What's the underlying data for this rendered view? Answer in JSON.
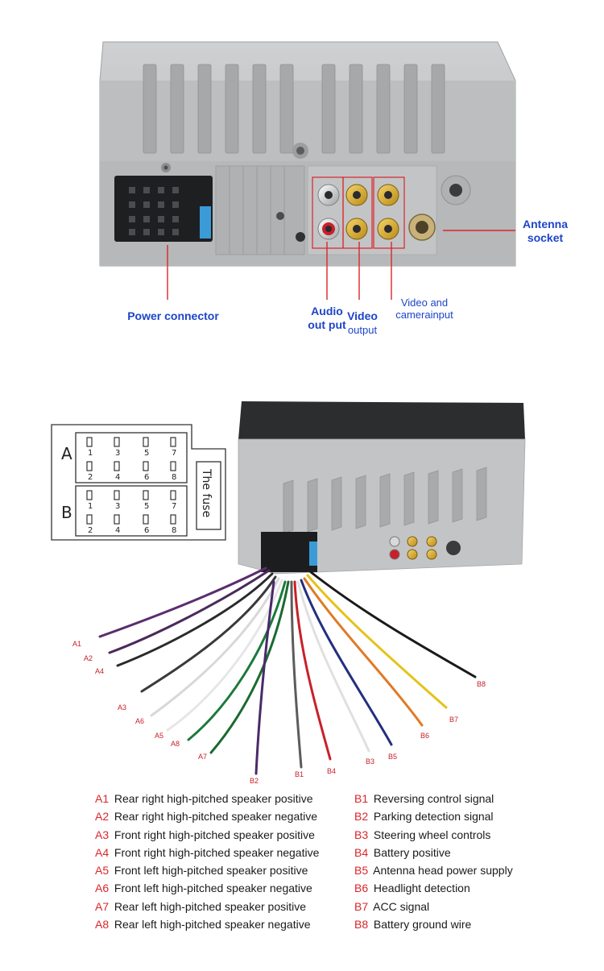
{
  "callouts": {
    "power_connector": "Power connector",
    "audio_output": [
      "Audio",
      "out put"
    ],
    "video_output": [
      "Video",
      "output"
    ],
    "video_camera_input": [
      "Video and",
      "camerainput"
    ],
    "antenna_socket": [
      "Antenna",
      "socket"
    ]
  },
  "pinout": {
    "block_a": "A",
    "block_b": "B",
    "fuse": "The fuse",
    "pins_top": [
      "1",
      "3",
      "5",
      "7"
    ],
    "pins_bottom": [
      "2",
      "4",
      "6",
      "8"
    ]
  },
  "wire_labels": {
    "A1": "A1",
    "A2": "A2",
    "A3": "A3",
    "A4": "A4",
    "A5": "A5",
    "A6": "A6",
    "A7": "A7",
    "A8": "A8",
    "B1": "B1",
    "B2": "B2",
    "B3": "B3",
    "B4": "B4",
    "B5": "B5",
    "B6": "B6",
    "B7": "B7",
    "B8": "B8"
  },
  "legend_a": [
    {
      "code": "A1",
      "text": "Rear right high-pitched speaker positive"
    },
    {
      "code": "A2",
      "text": "Rear right high-pitched speaker negative"
    },
    {
      "code": "A3",
      "text": "Front right high-pitched speaker positive"
    },
    {
      "code": "A4",
      "text": "Front right high-pitched speaker negative"
    },
    {
      "code": "A5",
      "text": "Front left high-pitched speaker positive"
    },
    {
      "code": "A6",
      "text": "Front left high-pitched speaker negative"
    },
    {
      "code": "A7",
      "text": "Rear left high-pitched speaker positive"
    },
    {
      "code": "A8",
      "text": "Rear left high-pitched speaker negative"
    }
  ],
  "legend_b": [
    {
      "code": "B1",
      "text": "Reversing control signal"
    },
    {
      "code": "B2",
      "text": "Parking detection signal"
    },
    {
      "code": "B3",
      "text": "Steering wheel controls"
    },
    {
      "code": "B4",
      "text": "Battery positive"
    },
    {
      "code": "B5",
      "text": "Antenna head power supply"
    },
    {
      "code": "B6",
      "text": "Headlight detection"
    },
    {
      "code": "B7",
      "text": "ACC signal"
    },
    {
      "code": "B8",
      "text": "Battery ground wire"
    }
  ],
  "colors": {
    "callout_text": "#1d45c8",
    "label_red": "#d9262b",
    "pointer_line": "#d9262b",
    "housing": "#b9babc"
  }
}
